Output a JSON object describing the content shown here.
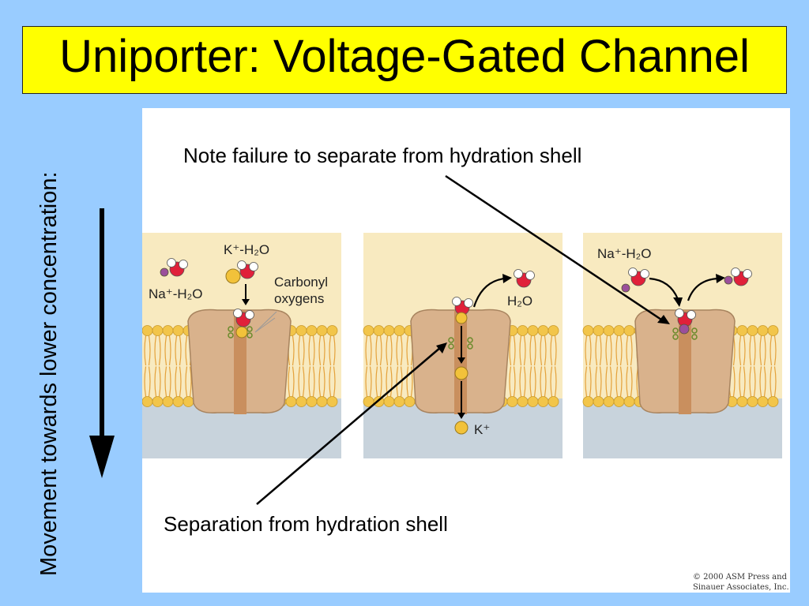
{
  "title": "Uniporter: Voltage-Gated Channel",
  "side_label": "Movement towards lower concentration:",
  "annotations": {
    "top_note": "Note failure to separate from hydration shell",
    "bottom_note": "Separation from hydration shell"
  },
  "figure": {
    "panel1": {
      "k_label": "K⁺-H₂O",
      "na_label": "Na⁺-H₂O",
      "carbonyl_label_line1": "Carbonyl",
      "carbonyl_label_line2": "oxygens"
    },
    "panel2": {
      "water_label": "H₂O",
      "k_label": "K⁺"
    },
    "panel3": {
      "na_label": "Na⁺-H₂O"
    },
    "copyright_line1": "© 2000 ASM Press and",
    "copyright_line2": "Sinauer Associates, Inc."
  },
  "colors": {
    "background": "#99ccff",
    "title_fill": "#ffff00",
    "extracellular": "#f8eac0",
    "cytoplasm": "#c8d3dc",
    "lipid_head": "#f2c54a",
    "channel": "#d9b28c",
    "pore": "#c98f5e",
    "potassium_ion": "#f2c23a",
    "sodium_ion": "#9b4f9b",
    "water_oxygen": "#e0203a"
  }
}
